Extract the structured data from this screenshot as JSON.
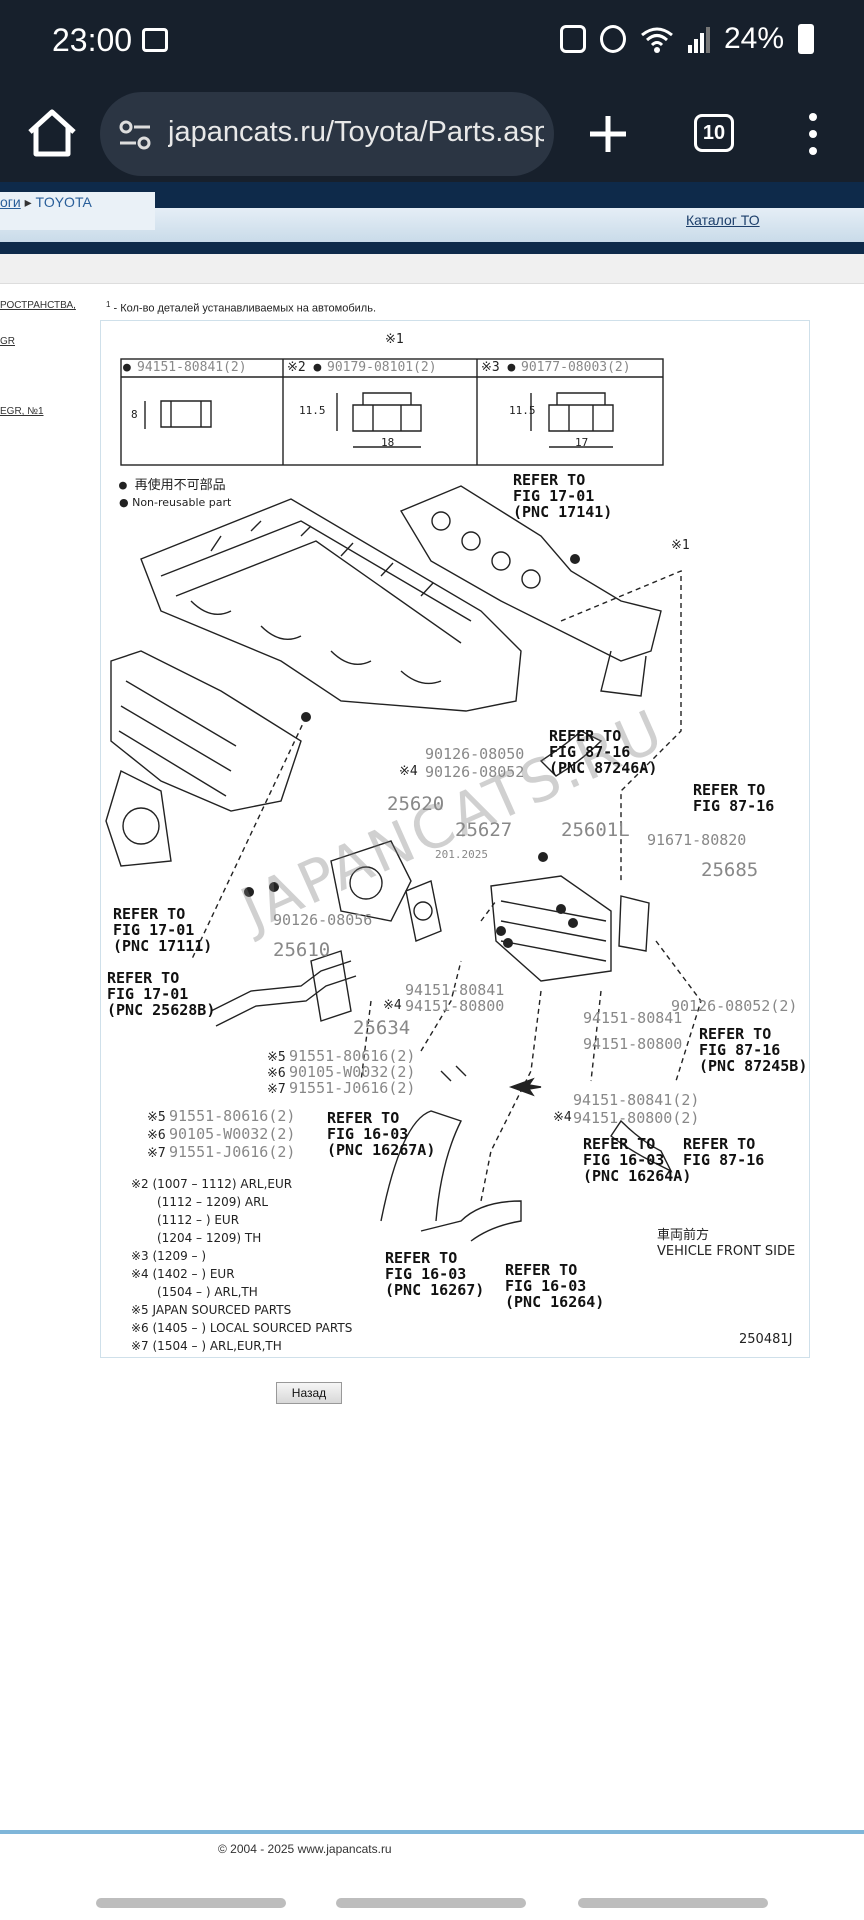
{
  "status": {
    "time": "23:00",
    "battery": "24%"
  },
  "browser": {
    "url": "japancats.ru/Toyota/Parts.asp",
    "tab_count": "10"
  },
  "header": {
    "crumb_prev": "оги",
    "crumb_current": "TOYOTA",
    "catalog_link": "Каталог ТО"
  },
  "sidebar": {
    "items": [
      "РОСТРАНСТВА,",
      "GR",
      "EGR, №1"
    ]
  },
  "note": {
    "sup": "1",
    "text": " - Кол-во деталей устанавливаемых на автомобиль."
  },
  "diagram": {
    "top_mark": "※1",
    "nut_table": [
      {
        "mark": "●",
        "part": "94151-80841(2)",
        "dim_h": "8",
        "dim_w": ""
      },
      {
        "mark": "※2 ●",
        "part": "90179-08101(2)",
        "dim_h": "11.5",
        "dim_w": "18"
      },
      {
        "mark": "※3 ●",
        "part": "90177-08003(2)",
        "dim_h": "11.5",
        "dim_w": "17"
      }
    ],
    "legend_jp": "● 再使用不可部品",
    "legend_en": "● Non-reusable part",
    "watermark": "JAPANCATS.RU",
    "watermark_small": "201.2025",
    "refs": [
      {
        "line1": "REFER TO",
        "line2": "FIG 17-01",
        "line3": "(PNC 17141)"
      },
      {
        "line1": "REFER TO",
        "line2": "FIG 87-16",
        "line3": "(PNC 87246A)"
      },
      {
        "line1": "REFER TO",
        "line2": "FIG 87-16",
        "line3": ""
      },
      {
        "line1": "REFER TO",
        "line2": "FIG 17-01",
        "line3": "(PNC 17111)"
      },
      {
        "line1": "REFER TO",
        "line2": "FIG 17-01",
        "line3": "(PNC 25628B)"
      },
      {
        "line1": "REFER TO",
        "line2": "FIG 87-16",
        "line3": "(PNC 87245B)"
      },
      {
        "line1": "REFER TO",
        "line2": "FIG 16-03",
        "line3": "(PNC 16267A)"
      },
      {
        "line1": "REFER TO",
        "line2": "FIG 16-03",
        "line3": "(PNC 16264A)"
      },
      {
        "line1": "REFER TO",
        "line2": "FIG 87-16",
        "line3": ""
      },
      {
        "line1": "REFER TO",
        "line2": "FIG 16-03",
        "line3": "(PNC 16267)"
      },
      {
        "line1": "REFER TO",
        "line2": "FIG 16-03",
        "line3": "(PNC 16264)"
      }
    ],
    "parts": {
      "p1": "90126-08050",
      "p2": "90126-08052",
      "p3": "25620",
      "p4": "25627",
      "p5": "25601L",
      "p6": "91671-80820",
      "p7": "25685",
      "p8": "90126-08056",
      "p9": "25610",
      "p10": "94151-80841",
      "p11": "94151-80800",
      "p12": "25634",
      "p13": "94151-80841",
      "p14": "94151-80800",
      "p15": "90126-08052(2)",
      "p16": "91551-80616(2)",
      "p17": "90105-W0032(2)",
      "p18": "91551-J0616(2)",
      "p19": "91551-80616(2)",
      "p20": "90105-W0032(2)",
      "p21": "91551-J0616(2)",
      "p22": "94151-80841(2)",
      "p23": "94151-80800(2)"
    },
    "marks": {
      "m4": "※4",
      "m5": "※5",
      "m6": "※6",
      "m7": "※7",
      "m1": "※1"
    },
    "front_jp": "車両前方",
    "front_en": "VEHICLE FRONT SIDE",
    "footnotes": [
      "※2 (1007 – 1112) ARL,EUR",
      "(1112 – 1209) ARL",
      "(1112 –        ) EUR",
      "(1204 – 1209) TH",
      "※3 (1209 –        )",
      "※4 (1402 –        ) EUR",
      "(1504 –        ) ARL,TH",
      "※5 JAPAN SOURCED PARTS",
      "※6 (1405 –        ) LOCAL SOURCED PARTS",
      "※7 (1504 –        ) ARL,EUR,TH"
    ],
    "diagram_code": "250481J"
  },
  "back_button": "Назад",
  "footer": "© 2004 - 2025 www.japancats.ru"
}
